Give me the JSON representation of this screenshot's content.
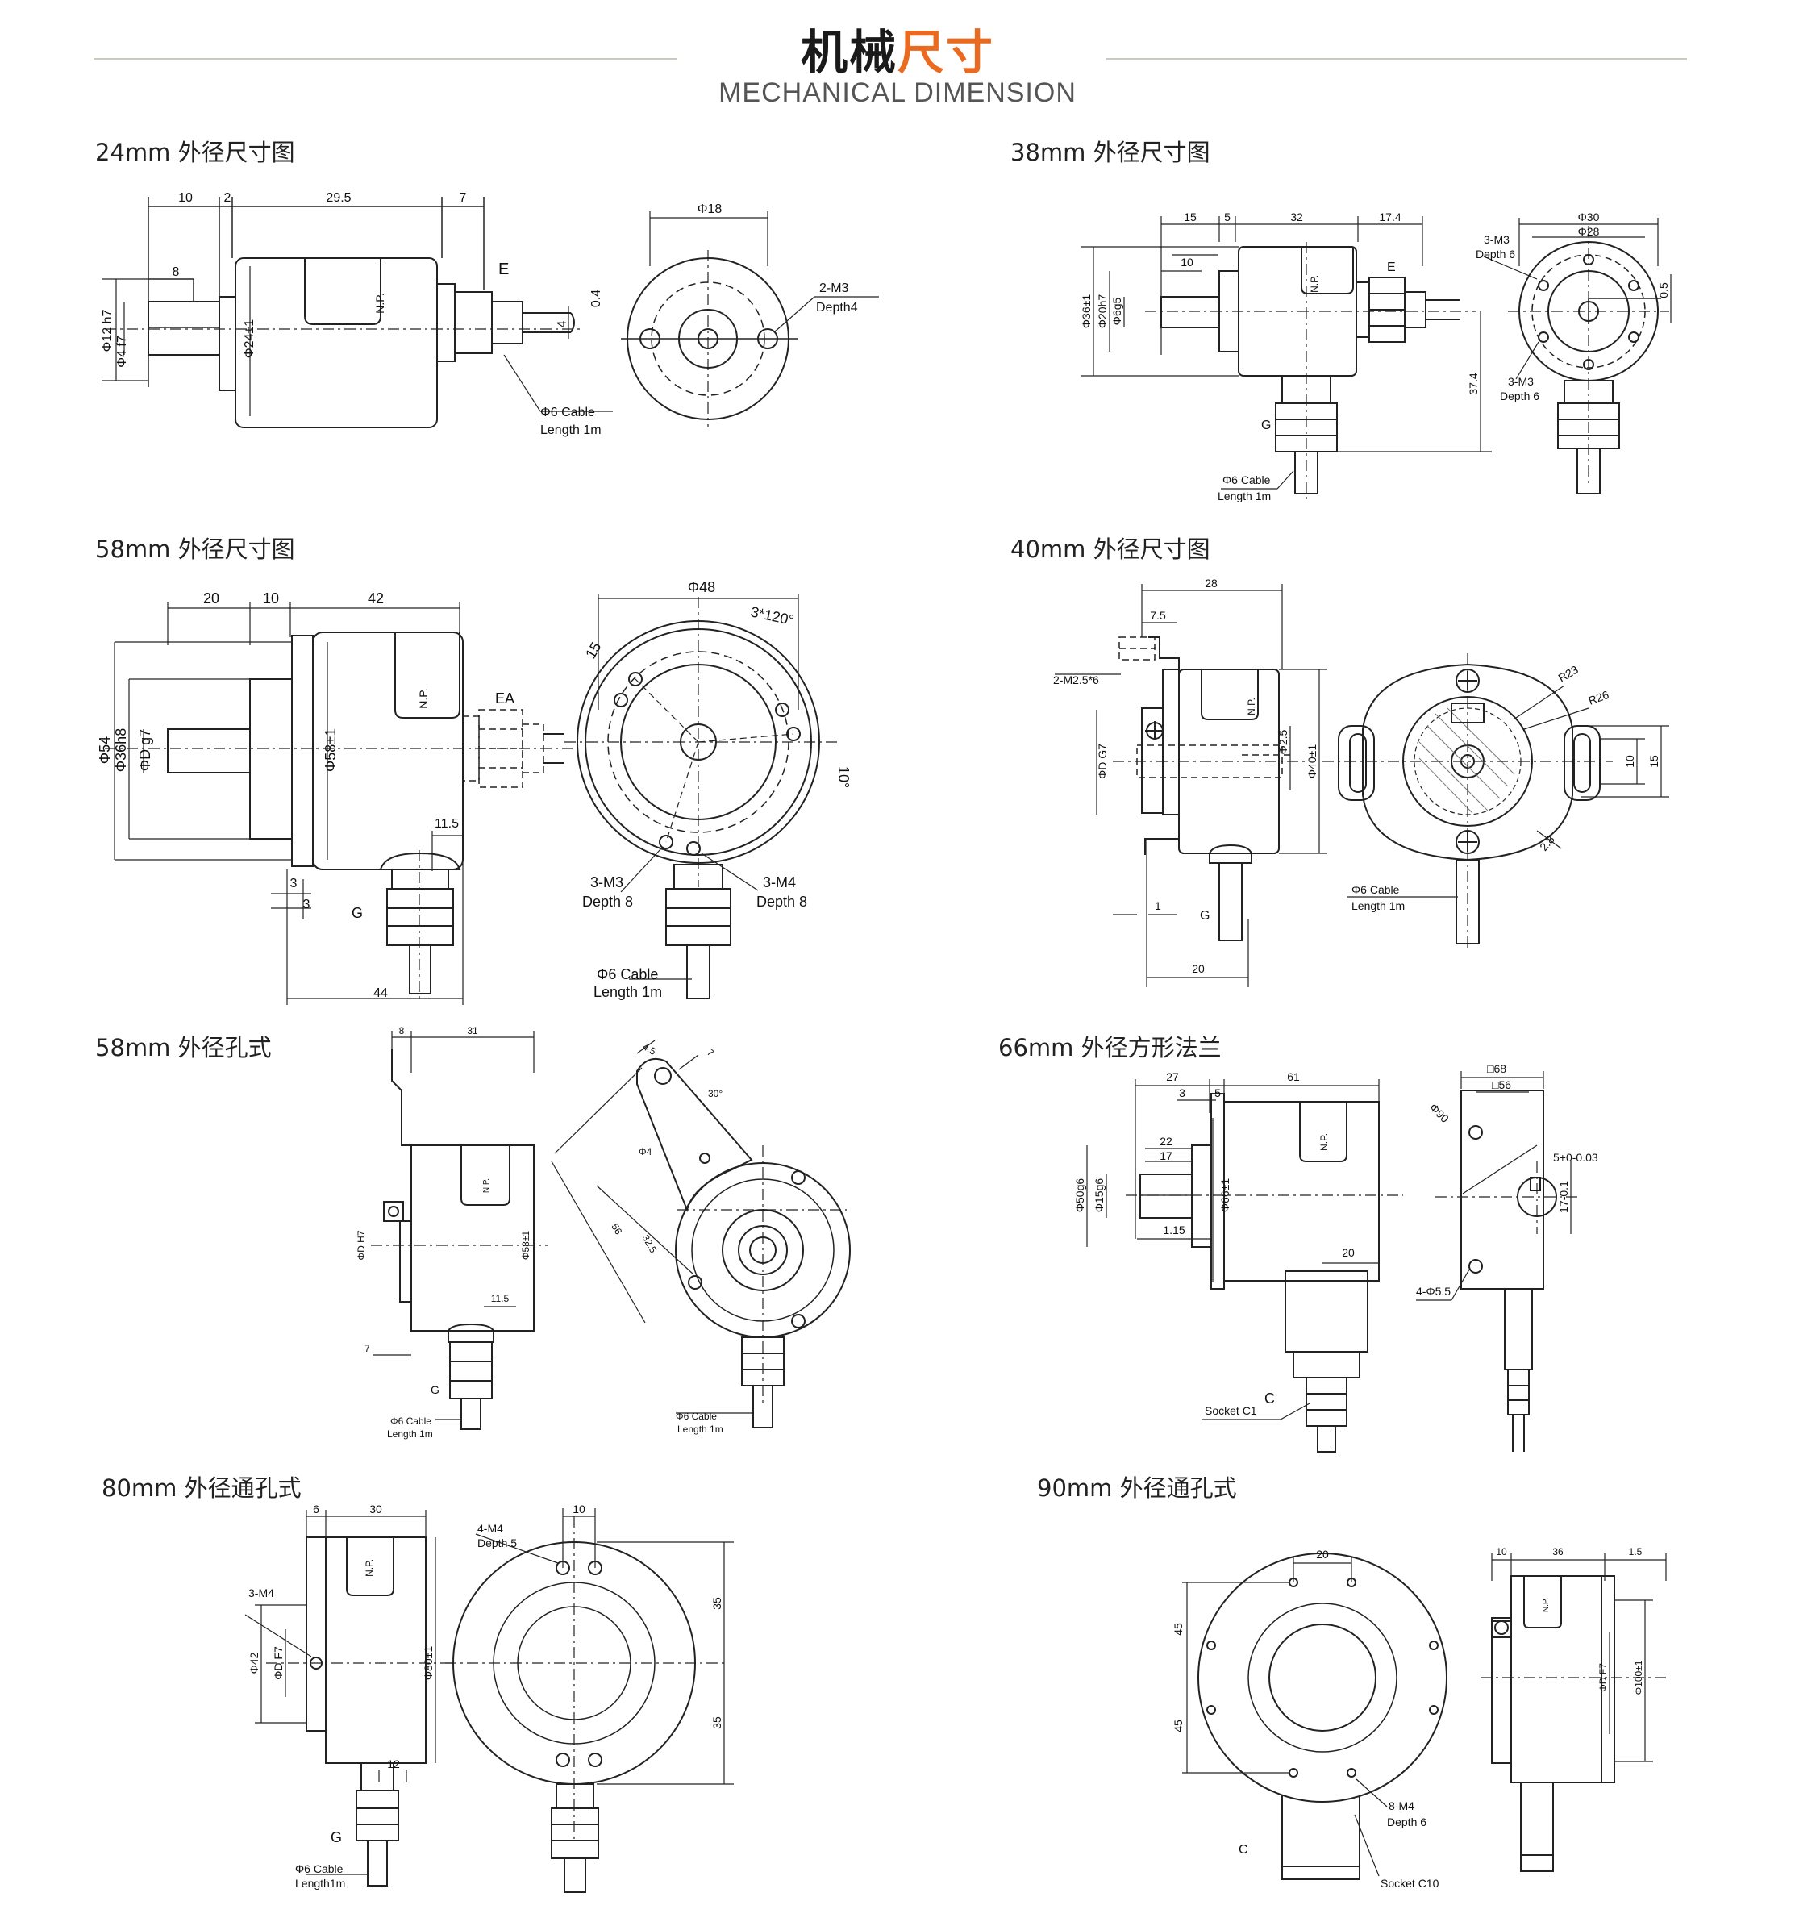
{
  "header": {
    "title_part1": "机械",
    "title_part2": "尺寸",
    "subtitle": "MECHANICAL DIMENSION",
    "accent_color": "#ea6a1f"
  },
  "sections": [
    {
      "id": "s24",
      "label": "24mm 外径尺寸图"
    },
    {
      "id": "s38",
      "label": "38mm 外径尺寸图"
    },
    {
      "id": "s58",
      "label": "58mm 外径尺寸图"
    },
    {
      "id": "s40",
      "label": "40mm 外径尺寸图"
    },
    {
      "id": "s58h",
      "label": "58mm 外径孔式"
    },
    {
      "id": "s66",
      "label": "66mm 外径方形法兰"
    },
    {
      "id": "s80",
      "label": "80mm 外径通孔式"
    },
    {
      "id": "s90",
      "label": "90mm 外径通孔式"
    }
  ],
  "d24": {
    "d10": "10",
    "d2": "2",
    "d295": "29.5",
    "d7": "7",
    "E": "E",
    "shaft1": "Φ12 h7",
    "shaft2": "Φ4 f7",
    "body": "Φ24±1",
    "np": "N.P.",
    "v04": "0.4",
    "v4": "4",
    "cable": "Φ6 Cable",
    "len": "Length 1m",
    "d18": "Φ18",
    "m3": "2-M3",
    "depth": "Depth4"
  },
  "d38": {
    "d15": "15",
    "d5": "5",
    "d32": "32",
    "d174": "17.4",
    "d10": "10",
    "E": "E",
    "body": "Φ36±1",
    "flange": "Φ20h7",
    "shaft": "Φ6g5",
    "np": "N.P.",
    "v374": "37.4",
    "G": "G",
    "cable": "Φ6 Cable",
    "len": "Length 1m",
    "d30": "Φ30",
    "d28": "Φ28",
    "m3a": "3-M3",
    "dep6a": "Depth 6",
    "m3b": "3-M3",
    "dep6b": "Depth 6",
    "v05": "0.5"
  },
  "d58": {
    "d20": "20",
    "d10": "10",
    "d42": "42",
    "EA": "EA",
    "body1": "Φ54",
    "body2": "Φ36h8",
    "shaft": "ΦD g7",
    "body3": "Φ58±1",
    "np": "N.P.",
    "v115": "11.5",
    "v3a": "3",
    "v3b": "3",
    "G": "G",
    "v44": "44",
    "d48": "Φ48",
    "ang": "3*120°",
    "v15": "15",
    "v10": "10°",
    "m3": "3-M3",
    "dep8a": "Depth 8",
    "m4": "3-M4",
    "dep8b": "Depth 8",
    "cable": "Φ6 Cable",
    "len": "Length 1m"
  },
  "d40": {
    "d28": "28",
    "d75": "7.5",
    "m25": "2-M2.5*6",
    "shaft": "ΦD G7",
    "d25": "Φ2.5",
    "body": "Φ40±1",
    "np": "N.P.",
    "v1": "1",
    "G": "G",
    "v20": "20",
    "R23": "R23",
    "R26": "R26",
    "v10": "10",
    "v15": "15",
    "v28": "2.8",
    "cable": "Φ6 Cable",
    "len": "Length 1m"
  },
  "d58h": {
    "v8": "8",
    "v31": "31",
    "shaft": "ΦD H7",
    "body": "Φ58±1",
    "np": "N.P.",
    "v115": "11.5",
    "v7": "7",
    "G": "G",
    "cable": "Φ6 Cable",
    "len": "Length 1m",
    "v45": "4.5",
    "v7b": "7",
    "ang": "30°",
    "d4": "Φ4",
    "v56": "56",
    "v325": "32.5",
    "cable2": "Φ6 Cable",
    "len2": "Length 1m"
  },
  "d66": {
    "v27": "27",
    "v61": "61",
    "v3": "3",
    "v5": "5",
    "v22": "22",
    "v17": "17",
    "body1": "Φ50g6",
    "body2": "Φ15g6",
    "v115": "1.15",
    "body3": "Φ66±1",
    "np": "N.P.",
    "v20": "20",
    "C": "C",
    "sock": "Socket C1",
    "sq68": "□68",
    "sq56": "□56",
    "d90": "Φ90",
    "key": "5+0-0.03",
    "v17b": "17-0.1",
    "holes": "4-Φ5.5"
  },
  "d80": {
    "v6": "6",
    "v30": "30",
    "m4": "3-M4",
    "d42": "Φ42",
    "shaft": "ΦD F7",
    "body": "Φ80±1",
    "np": "N.P.",
    "v12": "12",
    "G": "G",
    "cable": "Φ6 Cable",
    "len": "Length1m",
    "m4b": "4-M4",
    "dep5": "Depth 5",
    "v10": "10",
    "v35a": "35",
    "v35b": "35"
  },
  "d90": {
    "v20": "20",
    "v45a": "45",
    "v45b": "45",
    "m4": "8-M4",
    "dep6": "Depth 6",
    "sock": "Socket C10",
    "C": "C",
    "v10": "10",
    "v36": "36",
    "v15": "1.5",
    "np": "N.P.",
    "shaft": "ΦD F7",
    "body": "Φ100±1"
  }
}
